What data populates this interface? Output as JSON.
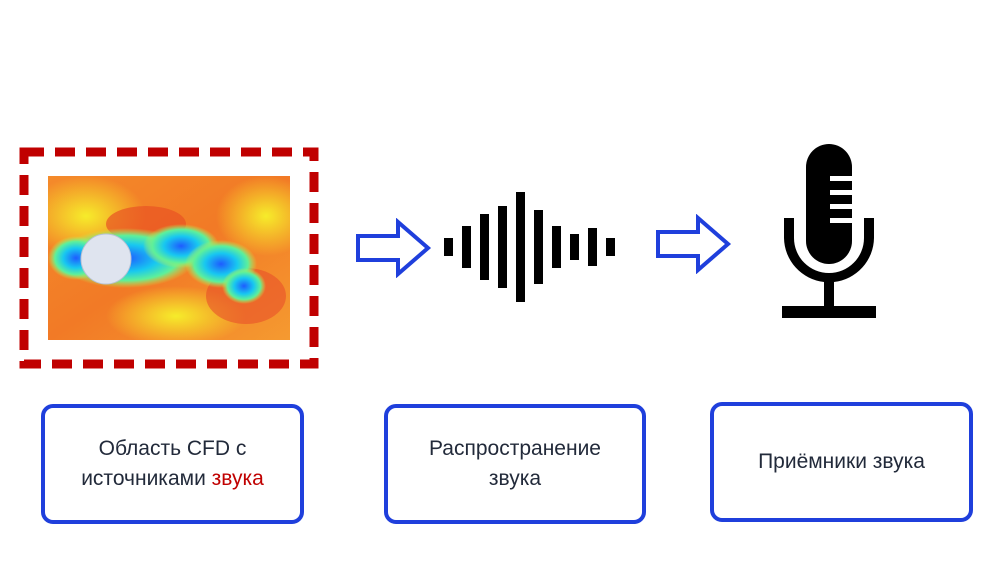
{
  "stages": [
    {
      "id": "cfd",
      "label_line1": "Область CFD с",
      "label_line2_pre": "источниками ",
      "label_line2_highlight": "звука"
    },
    {
      "id": "propagation",
      "label_line1": "Распространение",
      "label_line2": "звука"
    },
    {
      "id": "receivers",
      "label": "Приёмники звука"
    }
  ],
  "icons": {
    "cfd_field": "cfd-vortex-field-image",
    "arrow": "hollow-right-arrow-icon",
    "waveform": "sound-waveform-icon",
    "microphone": "microphone-icon"
  },
  "colors": {
    "dashed_border": "#c00000",
    "box_border": "#1f3fdc",
    "arrow_stroke": "#1f3fdc",
    "highlight_text": "#c00000",
    "icon_fill": "#000000"
  }
}
